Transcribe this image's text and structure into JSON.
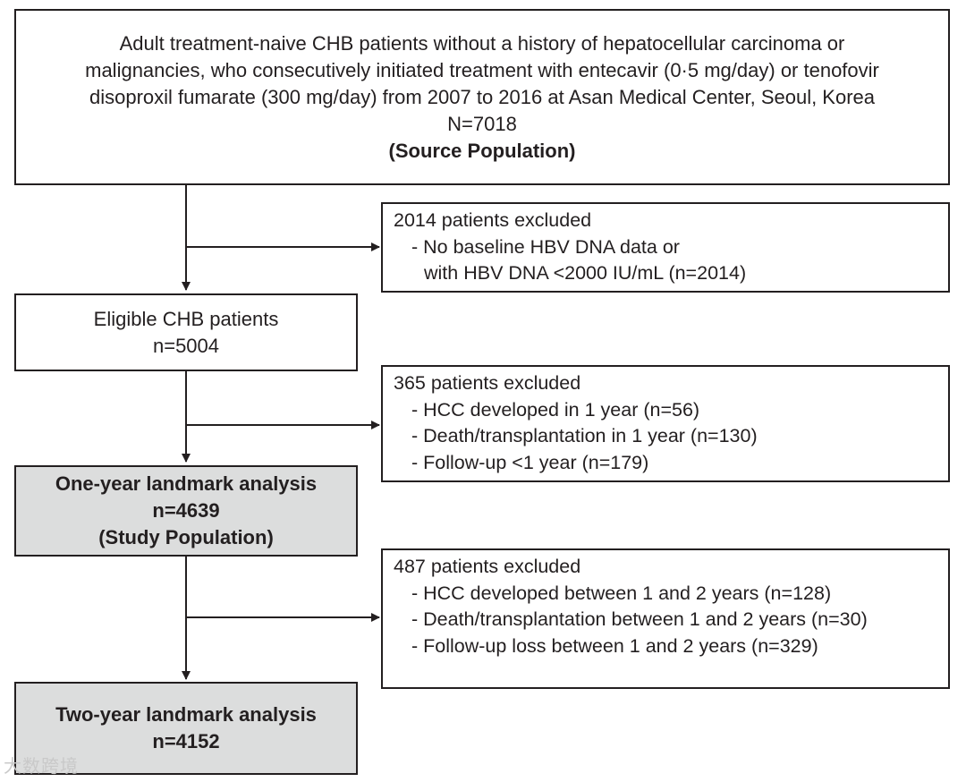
{
  "source_box": {
    "lines": [
      "Adult treatment-naive CHB patients without a history of hepatocellular carcinoma or",
      "malignancies, who consecutively initiated treatment with entecavir (0·5 mg/day) or tenofovir",
      "disoproxil fumarate (300 mg/day) from 2007 to 2016 at Asan Medical Center, Seoul, Korea",
      "N=7018"
    ],
    "label": "(Source Population)"
  },
  "exclusion_1": {
    "title": "2014 patients excluded",
    "items": [
      "- No baseline HBV DNA data or",
      "with HBV DNA <2000 IU/mL (n=2014)"
    ]
  },
  "eligible_box": {
    "title": "Eligible CHB patients",
    "count": "n=5004"
  },
  "exclusion_2": {
    "title": "365 patients excluded",
    "items": [
      "- HCC developed in 1 year (n=56)",
      "- Death/transplantation in 1 year (n=130)",
      "- Follow-up <1 year (n=179)"
    ]
  },
  "one_year_box": {
    "title": "One-year landmark analysis",
    "count": "n=4639",
    "label": "(Study Population)"
  },
  "exclusion_3": {
    "title": "487 patients excluded",
    "items": [
      "- HCC developed between 1 and 2 years (n=128)",
      "- Death/transplantation between 1 and 2 years (n=30)",
      "- Follow-up loss between 1 and 2 years (n=329)"
    ]
  },
  "two_year_box": {
    "title": "Two-year landmark analysis",
    "count": "n=4152"
  },
  "watermark": "大数跨境",
  "colors": {
    "line": "#231f20",
    "shaded_fill": "#dcdddd",
    "background": "#ffffff"
  }
}
